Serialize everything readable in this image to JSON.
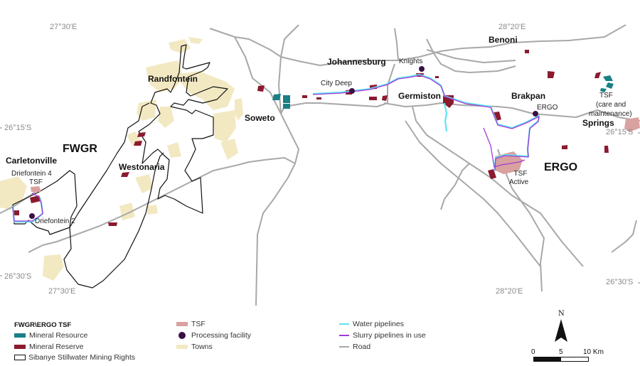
{
  "map": {
    "regions": [
      {
        "id": "fwgr",
        "label": "FWGR"
      },
      {
        "id": "ergo",
        "label": "ERGO"
      }
    ],
    "towns": [
      "Randfontein",
      "Carletonville",
      "Westonaria",
      "Soweto",
      "Johannesburg",
      "Germiston",
      "Benoni",
      "Brakpan",
      "Springs"
    ],
    "sites": {
      "driefontein4": "Driefontein 4",
      "driefontein4_tsf": "TSF",
      "driefontein2": "Driefontein 2",
      "city_deep": "City Deep",
      "knights": "Knights",
      "ergo": "ERGO",
      "tsf_active_1": "TSF",
      "tsf_active_2": "Active",
      "tsf_cm_1": "TSF",
      "tsf_cm_2": "(care and",
      "tsf_cm_3": "maintenance)"
    },
    "graticule": {
      "lon_west": "27°30'E",
      "lon_east": "28°20'E",
      "lat_north": "26°15'S",
      "lat_south": "26°30'S"
    },
    "colors": {
      "mineral_resource": "#1a7f86",
      "mineral_reserve": "#8b1a2e",
      "tsf": "#d9a19f",
      "processing_facility": "#3a0f45",
      "towns": "#f2e9c2",
      "water_pipeline": "#5fe3f0",
      "slurry_pipeline": "#a43ad6",
      "road": "#a8a8a8",
      "mining_rights": "#111111"
    }
  },
  "legend": {
    "title": "FWGR\\ERGO TSF",
    "items": [
      {
        "label": "Mineral Resource",
        "type": "fill",
        "color": "#1a7f86"
      },
      {
        "label": "Mineral Reserve",
        "type": "fill",
        "color": "#8b1a2e"
      },
      {
        "label": "Sibanye Stillwater Mining Rights",
        "type": "outline",
        "color": "#111111"
      },
      {
        "label": "TSF",
        "type": "fill",
        "color": "#d9a19f"
      },
      {
        "label": "Processing facility",
        "type": "dot",
        "color": "#3a0f45"
      },
      {
        "label": "Towns",
        "type": "fill",
        "color": "#f2e9c2"
      },
      {
        "label": "Water pipelines",
        "type": "line",
        "color": "#5fe3f0"
      },
      {
        "label": "Slurry pipelines in use",
        "type": "line",
        "color": "#a43ad6"
      },
      {
        "label": "Road",
        "type": "line",
        "color": "#a8a8a8"
      }
    ]
  },
  "north_arrow": {
    "label": "N"
  },
  "scale_bar": {
    "labels": [
      "0",
      "5",
      "10 Km"
    ]
  }
}
